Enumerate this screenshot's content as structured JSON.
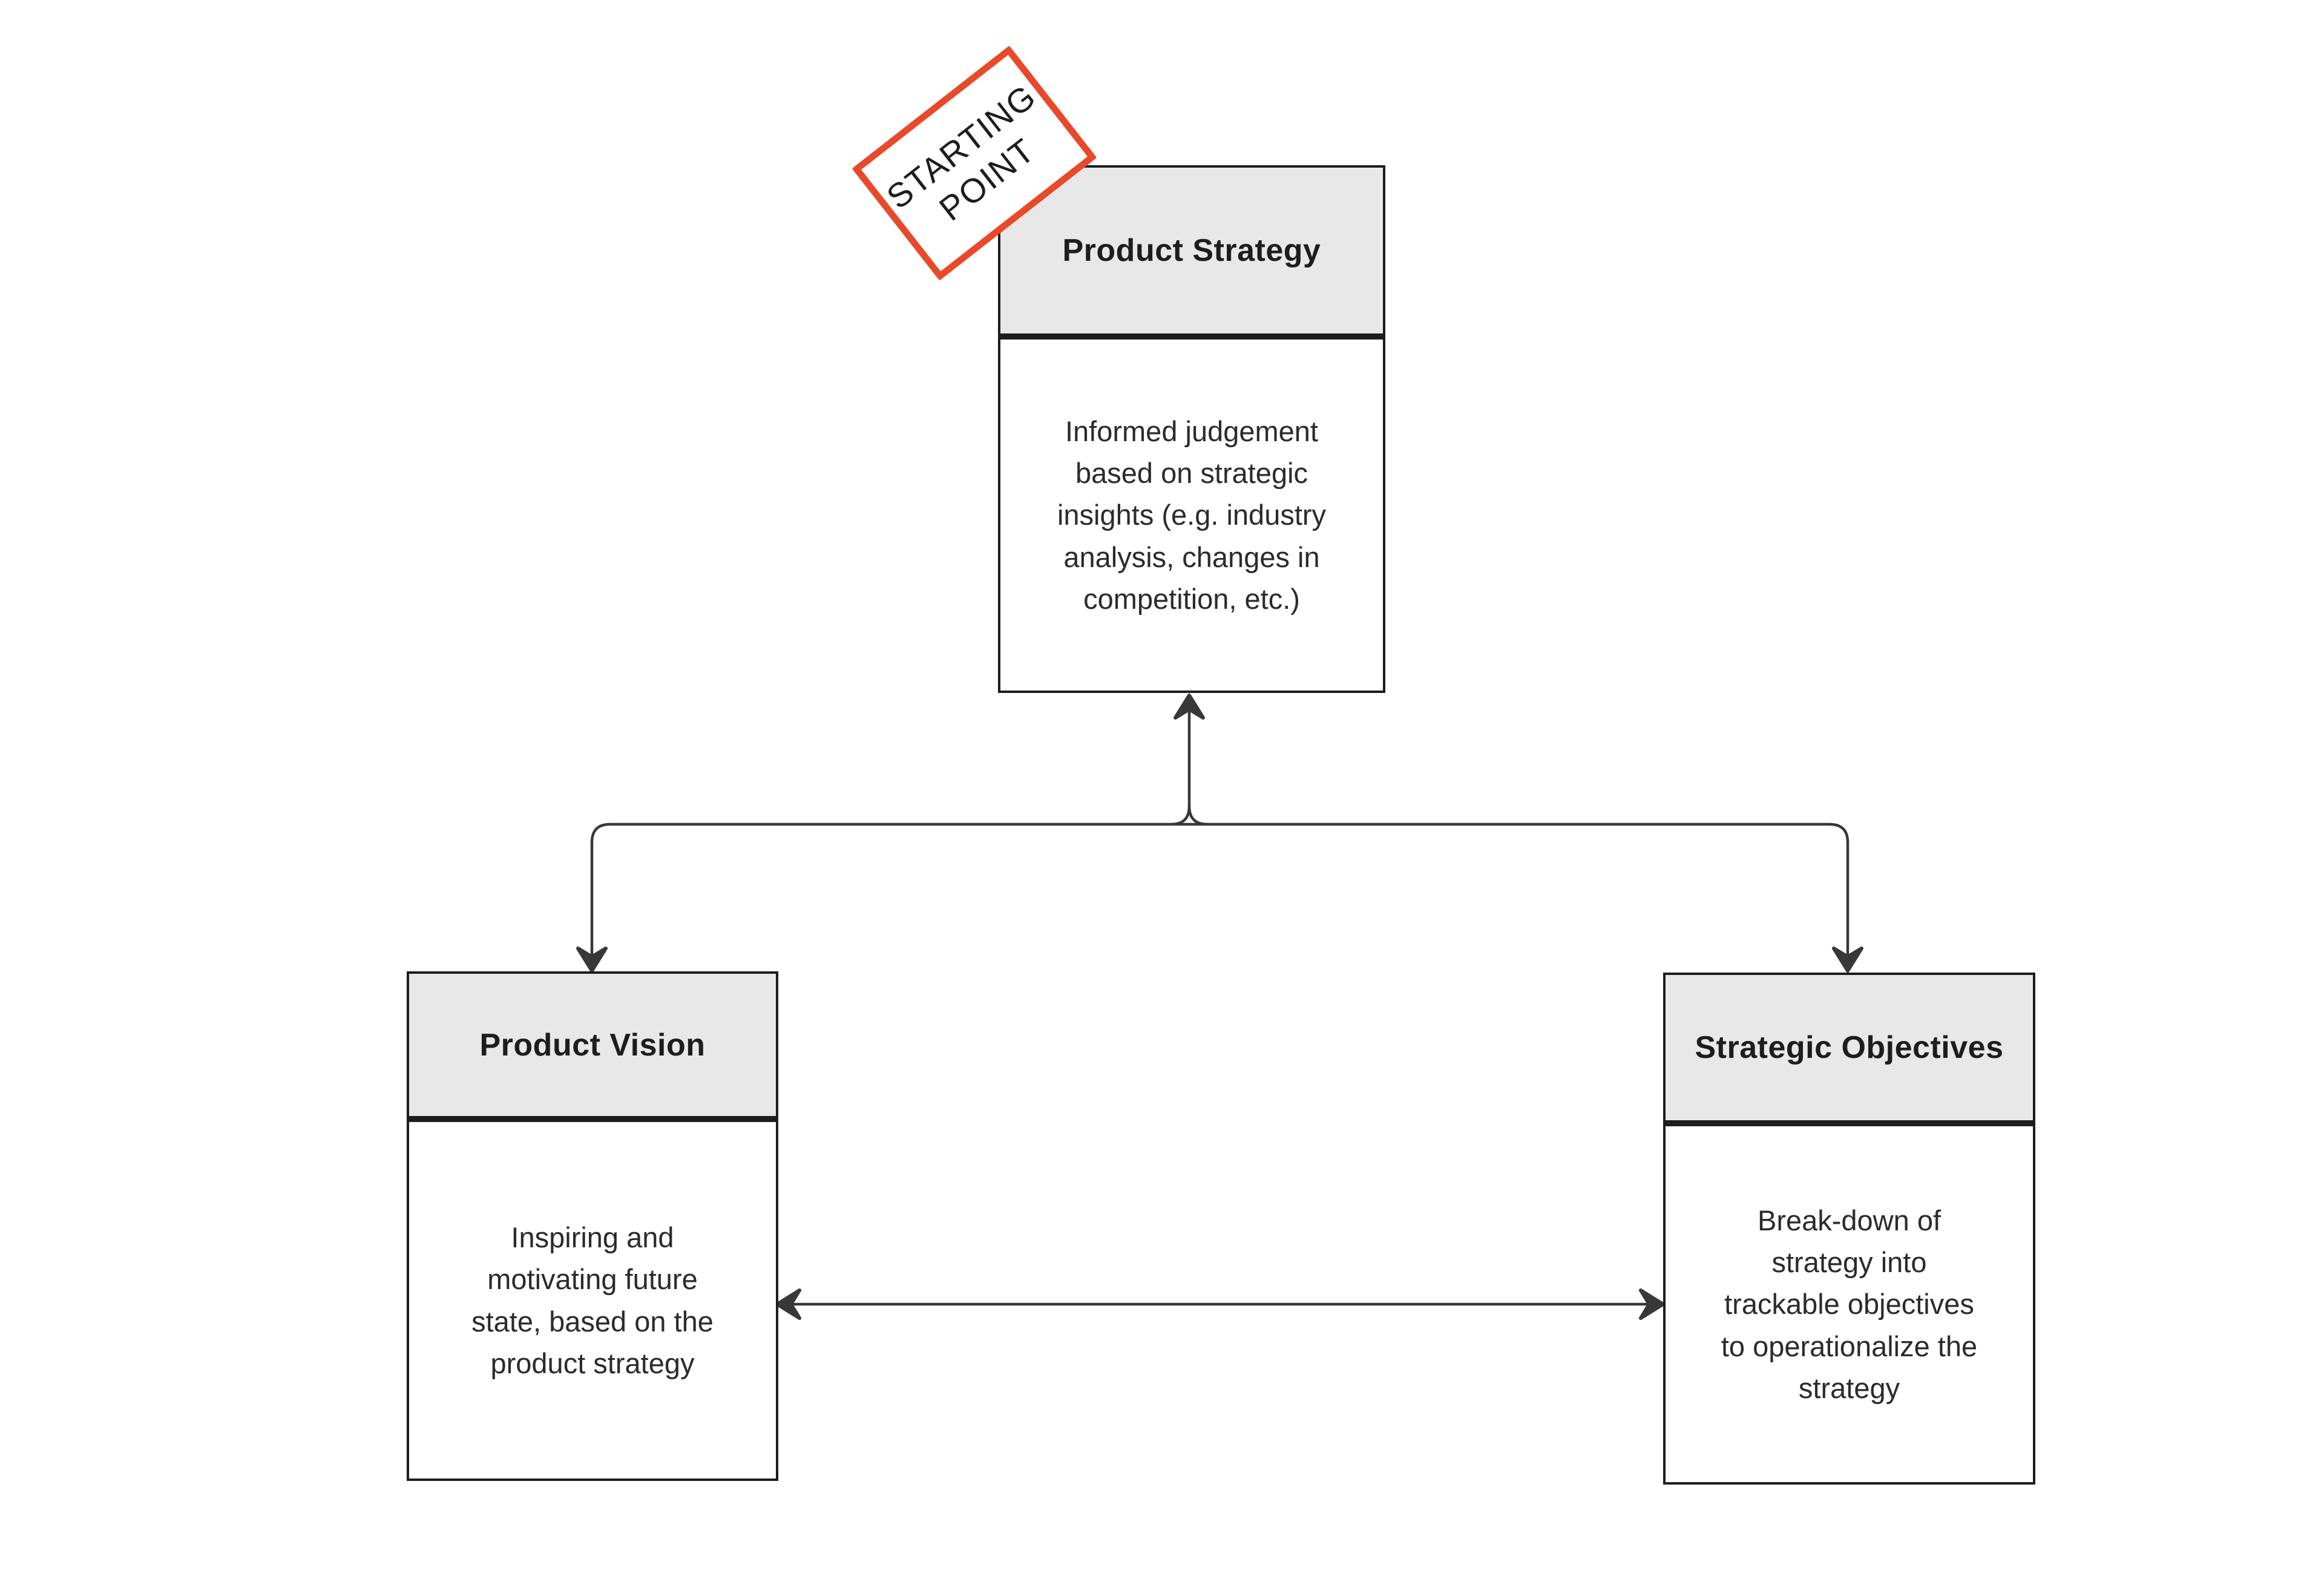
{
  "colors": {
    "bg": "#ffffff",
    "box-border": "#1d1d1d",
    "header-fill": "#e8e8e8",
    "title-color": "#1d1d1d",
    "body-color": "#2b2b2b",
    "connector": "#383838",
    "label-border": "#e8492b",
    "label-bg": "#ffffff",
    "label-text": "#1d1d1d"
  },
  "starting_point": {
    "text": "STARTING\nPOINT"
  },
  "nodes": [
    {
      "id": "product-strategy",
      "title": "Product Strategy",
      "body": "Informed judgement\nbased on strategic\ninsights (e.g. industry\nanalysis, changes in\ncompetition, etc.)"
    },
    {
      "id": "product-vision",
      "title": "Product Vision",
      "body": "Inspiring and\nmotivating future\nstate, based on the\nproduct strategy"
    },
    {
      "id": "strategic-objectives",
      "title": "Strategic Objectives",
      "body": "Break-down of\nstrategy into\ntrackable objectives\nto operationalize the\nstrategy"
    }
  ],
  "connectors": [
    {
      "name": "strategy-branch",
      "description": "Elbow connector with arrowhead pointing up into Product Strategy and arrowheads pointing down into Product Vision and Strategic Objectives"
    },
    {
      "name": "vision-objectives-link",
      "description": "Horizontal double-headed arrow between Product Vision and Strategic Objectives"
    }
  ]
}
